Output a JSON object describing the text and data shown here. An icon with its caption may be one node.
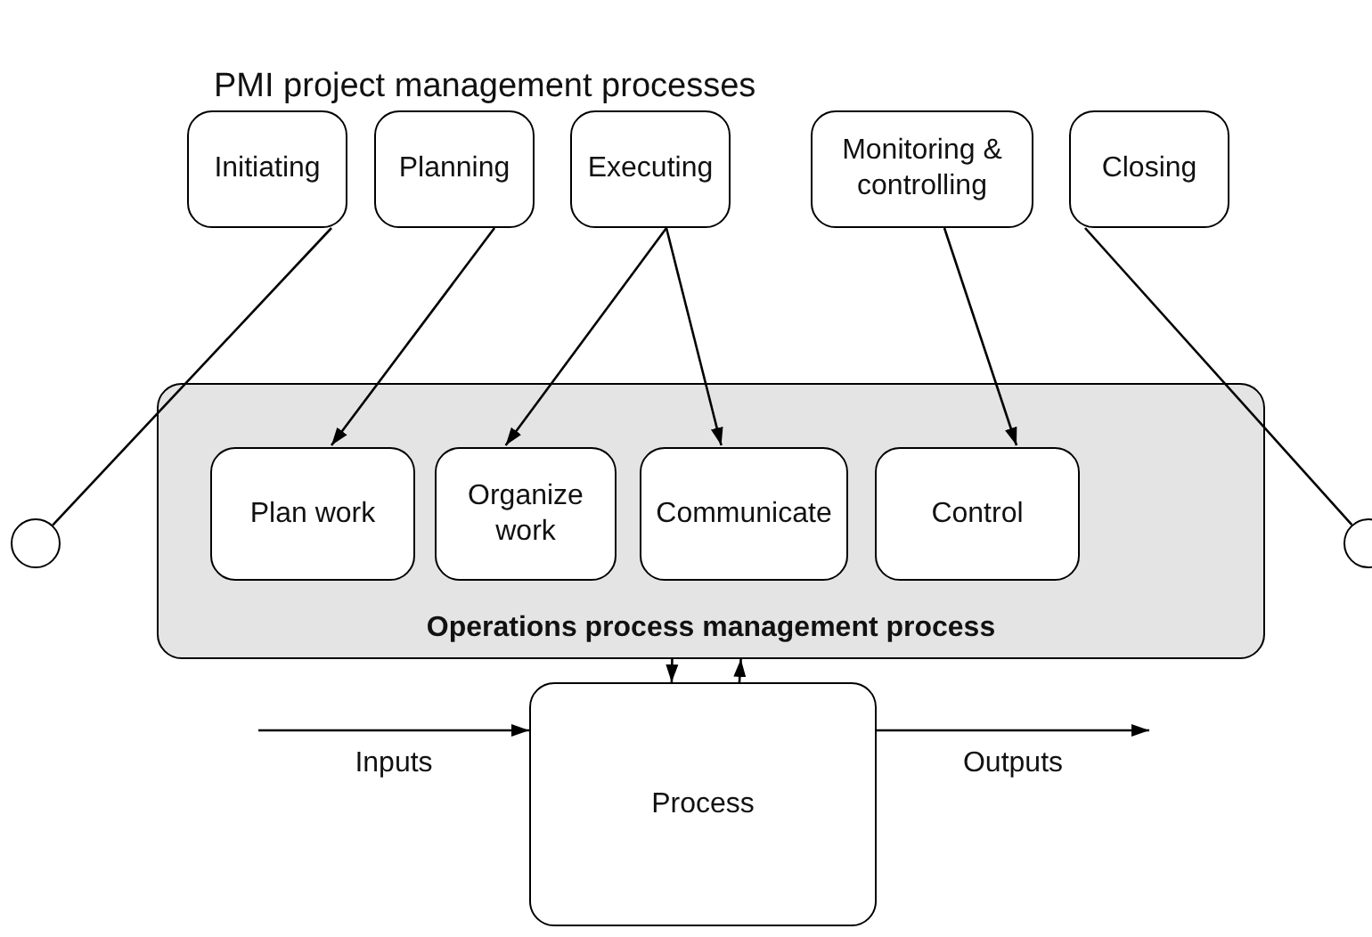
{
  "diagram": {
    "title": "PMI project management processes",
    "nodes": [
      {
        "text": [
          "Initiating"
        ]
      },
      {
        "text": [
          "Planning"
        ]
      },
      {
        "text": [
          "Executing"
        ]
      },
      {
        "text": [
          "Monitoring & controlling"
        ]
      },
      {
        "text": [
          "Closing"
        ]
      },
      {
        "text": [
          "Operations process management process"
        ]
      },
      {
        "text": [
          "Plan work"
        ],
        "in": 5
      },
      {
        "text": [
          "Organize work"
        ],
        "in": 5
      },
      {
        "text": [
          "Communicate"
        ],
        "in": 5
      },
      {
        "text": [
          "Control"
        ],
        "in": 5
      },
      {
        "text": [
          "Process"
        ]
      },
      {
        "text": [],
        "shape": "circle"
      },
      {
        "text": [],
        "shape": "circle"
      }
    ],
    "edges": [
      {
        "from": 0,
        "to": 11,
        "arrow": "none"
      },
      {
        "from": 4,
        "to": 12,
        "arrow": "none"
      },
      {
        "from": 1,
        "to": 6,
        "arrow": "to"
      },
      {
        "from": 2,
        "to": 7,
        "arrow": "to"
      },
      {
        "from": 2,
        "to": 8,
        "arrow": "to"
      },
      {
        "from": 3,
        "to": 9,
        "arrow": "to"
      },
      {
        "from": 5,
        "to": 10,
        "arrow": "to"
      },
      {
        "from": 10,
        "to": 5,
        "arrow": "to"
      },
      {
        "from": null,
        "to": 10,
        "arrow": "to",
        "label": "Inputs"
      },
      {
        "from": 10,
        "to": null,
        "arrow": "to",
        "label": "Outputs"
      }
    ]
  }
}
